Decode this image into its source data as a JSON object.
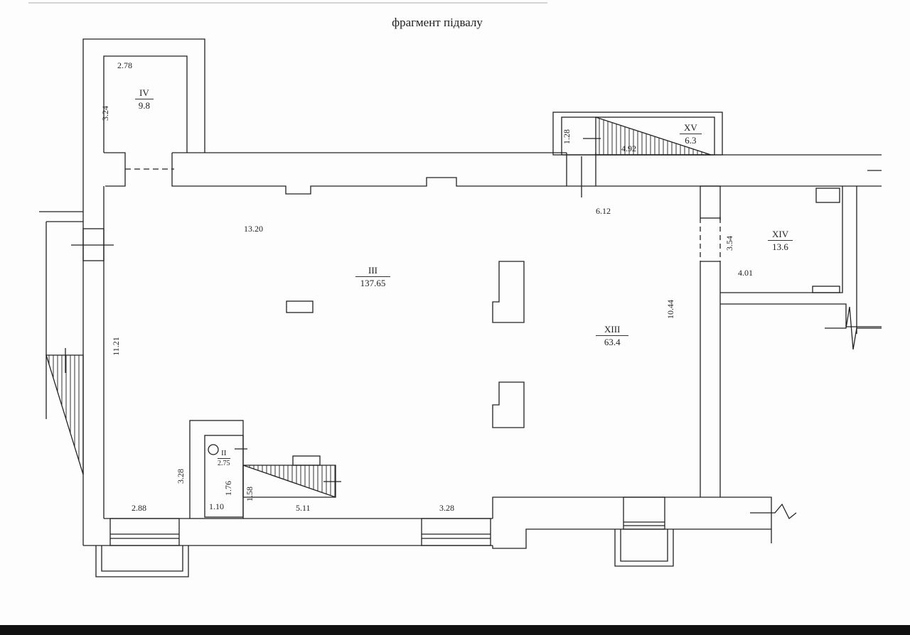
{
  "title": "фрагмент підвалу",
  "rooms": [
    {
      "id": "IV",
      "area": "9.8"
    },
    {
      "id": "XV",
      "area": "6.3"
    },
    {
      "id": "III",
      "area": "137.65"
    },
    {
      "id": "XIII",
      "area": "63.4"
    },
    {
      "id": "XIV",
      "area": "13.6"
    },
    {
      "id": "II",
      "area": "2.75"
    }
  ],
  "dimensions": {
    "d_2_78": "2.78",
    "d_3_24": "3.24",
    "d_1_28": "1.28",
    "d_4_92": "4.92",
    "d_13_20": "13.20",
    "d_6_12": "6.12",
    "d_3_54": "3.54",
    "d_4_01": "4.01",
    "d_11_21": "11.21",
    "d_10_44": "10.44",
    "d_3_28_left": "3.28",
    "d_1_76": "1.76",
    "d_1_58": "1.58",
    "d_1_10": "1.10",
    "d_2_88": "2.88",
    "d_5_11": "5.11",
    "d_3_28_bottom": "3.28"
  },
  "colors": {
    "line": "#222222",
    "paper": "#fdfdfd",
    "hatch": "#333333"
  }
}
